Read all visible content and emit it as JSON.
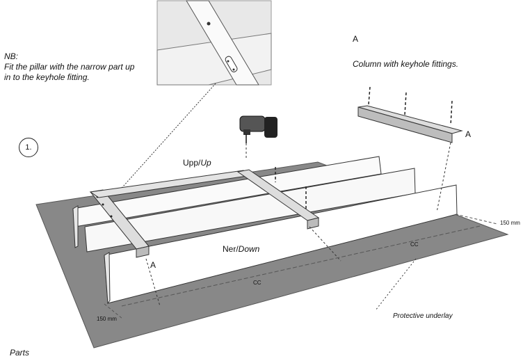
{
  "note": {
    "heading": "NB:",
    "line1": "Fit the pillar with the narrow part up",
    "line2": "in to the keyhole fitting."
  },
  "column_label": "A",
  "column_title": "Column with keyhole fittings.",
  "column_end_label": "A",
  "step_number": "1.",
  "up_label": {
    "sv": "Upp/",
    "en": "Up"
  },
  "down_label": {
    "sv": "Ner/",
    "en": "Down"
  },
  "front_label": "A",
  "dim_right": "150 mm",
  "dim_left": "150 mm",
  "cc_right": "CC",
  "cc_left": "CC",
  "underlay_label": "Protective underlay",
  "parts_label": "Parts"
}
